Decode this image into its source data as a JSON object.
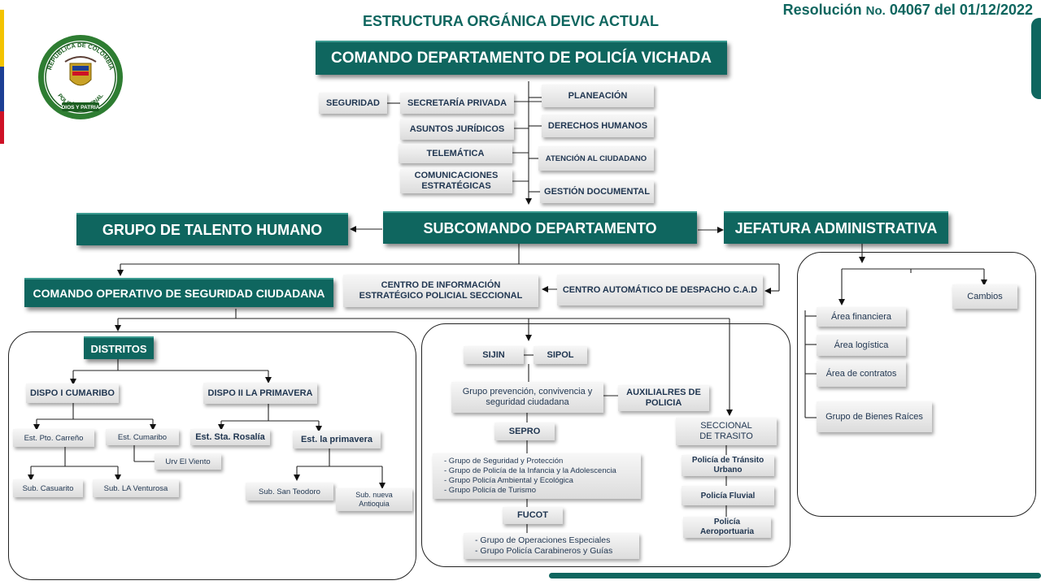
{
  "header": {
    "title": "ESTRUCTURA ORGÁNICA DEVIC ACTUAL",
    "resolution_label": "Resolución",
    "resolution_no": "No.",
    "resolution_value": "04067 del 01/12/2022"
  },
  "seal": {
    "text_top": "REPÚBLICA DE COLOMBIA",
    "text_bottom": "POLICÍA NACIONAL",
    "motto": "DIOS Y PATRIA"
  },
  "colors": {
    "dark_box": "#0f665f",
    "title": "#0f665f",
    "light_box_text": "#1f3550",
    "flag_yellow": "#f3c300",
    "flag_blue": "#1c3f94",
    "flag_red": "#ce1126"
  },
  "nodes": {
    "comando": "COMANDO DEPARTAMENTO DE POLICÍA VICHADA",
    "seguridad": "SEGURIDAD",
    "secretaria": "SECRETARÍA PRIVADA",
    "asuntos": "ASUNTOS JURÍDICOS",
    "telematica": "TELEMÁTICA",
    "comunicaciones": "COMUNICACIONES ESTRATÉGICAS",
    "planeacion": "PLANEACIÓN",
    "derechos": "DERECHOS HUMANOS",
    "atencion": "ATENCIÓN AL CIUDADANO",
    "gestion": "GESTIÓN DOCUMENTAL",
    "talento": "GRUPO DE TALENTO HUMANO",
    "subcomando": "SUBCOMANDO DEPARTAMENTO",
    "jefatura": "JEFATURA ADMINISTRATIVA",
    "cosec": "COMANDO OPERATIVO DE SEGURIDAD CIUDADANA",
    "cie": "CENTRO DE INFORMACIÓN ESTRATÉGICO POLICIAL SECCIONAL",
    "cad": "CENTRO AUTOMÁTICO DE DESPACHO C.A.D",
    "distritos": "DISTRITOS",
    "dispo1": "DISPO I CUMARIBO",
    "dispo2": "DISPO II LA PRIMAVERA",
    "pto_carreno": "Est. Pto. Carreño",
    "cumaribo": "Est. Cumaribo",
    "sta_rosalia": "Est. Sta. Rosalía",
    "la_primavera": "Est. la primavera",
    "urv_viento": "Urv El Viento",
    "casuarito": "Sub. Casuarito",
    "venturosa": "Sub. LA Venturosa",
    "san_teodoro": "Sub. San Teodoro",
    "nueva_antioquia": "Sub. nueva Antioquia",
    "sijin": "SIJIN",
    "sipol": "SIPOL",
    "grupo_prevencion": "Grupo prevención, convivencia y seguridad ciudadana",
    "auxiliares": "AUXILIALRES DE POLICIA",
    "sepro": "SEPRO",
    "sepro_items": [
      "- Grupo de Seguridad y Protección",
      "- Grupo de Policía de la Infancia y la  Adolescencia",
      "- Grupo Policía Ambiental y Ecológica",
      "- Grupo Policía de Turismo"
    ],
    "fucot": "FUCOT",
    "fucot_items": [
      "- Grupo de Operaciones Especiales",
      "- Grupo Policía Carabineros y Guías"
    ],
    "seccional_transito": "SECCIONAL DE TRASITO",
    "transito_urbano": "Policía de Tránsito Urbano",
    "fluvial": "Policía Fluvial",
    "aeroportuaria": "Policía Aeroportuaria",
    "cambios": "Cambios",
    "financiera": "Área financiera",
    "logistica": "Área logística",
    "contratos": "Área de contratos",
    "bienes_raices": "Grupo de Bienes Raíces"
  }
}
